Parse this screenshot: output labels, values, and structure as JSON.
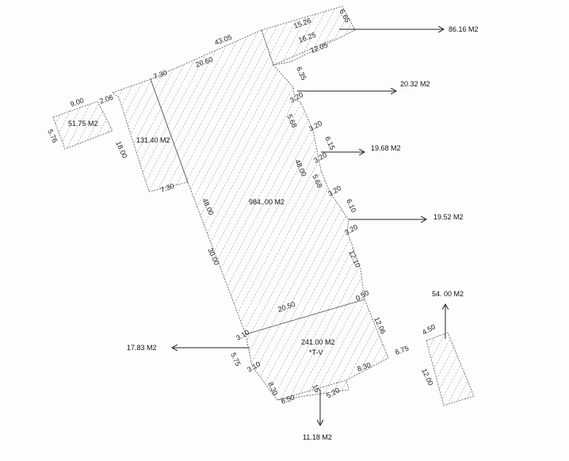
{
  "areas": {
    "a1": "86.16 M2",
    "a2": "20.32 M2",
    "a3": "19.68 M2",
    "a4": "19.52 M2",
    "a5": "51.75 M2",
    "a6": "131.40 M2",
    "a7": "984..00 M2",
    "a8": "241.00 M2",
    "a8_note": "*T-V",
    "a9": "17.83 M2",
    "a10": "11.18 M2",
    "a11": "54. 00 M2"
  },
  "dims": [
    "43.05",
    "15.26",
    "6.65",
    "16.25",
    "12.05",
    "20.60",
    "7.30",
    "9.00",
    "2.06",
    "5.76",
    "18.00",
    "7.30",
    "6.35",
    "3.20",
    "5.68",
    "3.20",
    "6.15",
    "48.00",
    "3.20",
    "5.68",
    "3.20",
    "6.10",
    "3.20",
    "48.00",
    "30.00",
    "12.10",
    "0.50",
    "20.50",
    "12.06",
    "3.10",
    "5.75",
    "3.10",
    "8.30",
    "6.75",
    "8.30",
    "6.50",
    "15",
    "5.20",
    "4.50",
    "12.00"
  ],
  "colors": {
    "ink": "#222222",
    "hatch": "#666666"
  }
}
